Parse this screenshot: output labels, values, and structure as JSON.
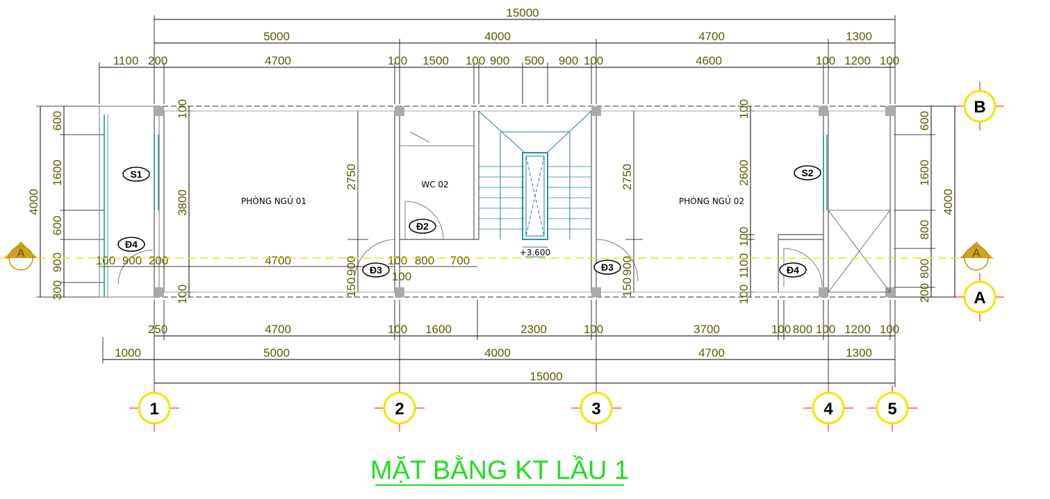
{
  "drawing": {
    "title": "MẶT BẰNG KT LẦU 1",
    "colors": {
      "dim_text": "#5a5a00",
      "dim_line": "#000000",
      "title": "#22dd22",
      "section_line": "#e8e800",
      "section_marker": "#c89000",
      "bubble": "#f3e400",
      "bubble_cross": "#ff0000",
      "stair": "#2a7a9a",
      "window": "#1a8a8a"
    },
    "dims_top": {
      "overall": "15000",
      "bays": [
        "5000",
        "4000",
        "4700",
        "1300"
      ],
      "details": [
        "1100",
        "200",
        "4700",
        "100",
        "1500",
        "100",
        "900",
        "500",
        "900",
        "100",
        "4600",
        "100",
        "1200",
        "100"
      ]
    },
    "dims_bottom": {
      "overall": "15000",
      "bays": [
        "1000",
        "5000",
        "4000",
        "4700",
        "1300"
      ],
      "details": [
        "250",
        "4700",
        "100",
        "1600",
        "2300",
        "100",
        "3700",
        "100",
        "800",
        "100",
        "1200",
        "100"
      ]
    },
    "dims_left": {
      "overall": "4000",
      "details": [
        "600",
        "1600",
        "600",
        "900",
        "300"
      ],
      "inner": [
        "100",
        "3800",
        "100"
      ]
    },
    "dims_right": {
      "overall": "4000",
      "details": [
        "600",
        "1600",
        "800",
        "800",
        "200"
      ],
      "inner": [
        "100",
        "2600",
        "100",
        "1100",
        "100"
      ]
    },
    "dims_inner": {
      "balcony_row": [
        "100",
        "900",
        "200"
      ],
      "room1_width": "4700",
      "wc_row": [
        "100",
        "800",
        "700"
      ],
      "wc_extra": "100",
      "wc_height": "2750",
      "room2_height": "2750",
      "door_left": [
        "900",
        "150"
      ],
      "door_right": [
        "900",
        "150"
      ]
    },
    "rooms": [
      "PHÒNG NGỦ 01",
      "WC 02",
      "PHÒNG NGỦ 02"
    ],
    "tags": [
      "S1",
      "S2",
      "Đ4",
      "Đ2",
      "Đ3",
      "Đ3",
      "Đ4"
    ],
    "level": "+3.600",
    "grid_axes": [
      "1",
      "2",
      "3",
      "4",
      "5"
    ],
    "grid_rows": [
      "B",
      "A"
    ],
    "section_label": "A"
  }
}
